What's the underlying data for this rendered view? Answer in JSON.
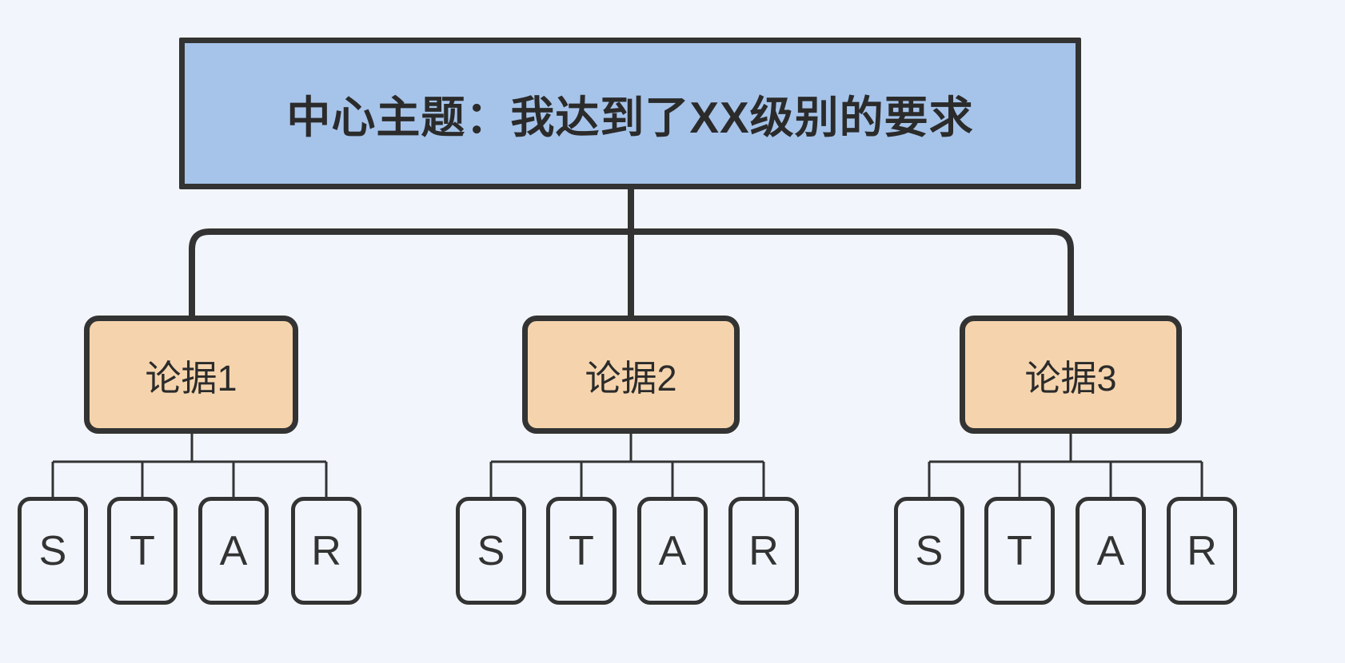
{
  "diagram": {
    "type": "tree-mindmap",
    "background_color": "#f2f6fc",
    "root": {
      "label": "中心主题：我达到了XX级别的要求",
      "fill_color": "#a6c4ea",
      "border_color": "#333333"
    },
    "arguments": [
      {
        "label": "论据1",
        "fill_color": "#f5d4ad",
        "border_color": "#333333",
        "children": [
          {
            "label": "S"
          },
          {
            "label": "T"
          },
          {
            "label": "A"
          },
          {
            "label": "R"
          }
        ]
      },
      {
        "label": "论据2",
        "fill_color": "#f5d4ad",
        "border_color": "#333333",
        "children": [
          {
            "label": "S"
          },
          {
            "label": "T"
          },
          {
            "label": "A"
          },
          {
            "label": "R"
          }
        ]
      },
      {
        "label": "论据3",
        "fill_color": "#f5d4ad",
        "border_color": "#333333",
        "children": [
          {
            "label": "S"
          },
          {
            "label": "T"
          },
          {
            "label": "A"
          },
          {
            "label": "R"
          }
        ]
      }
    ],
    "connector_color": "#333333"
  }
}
